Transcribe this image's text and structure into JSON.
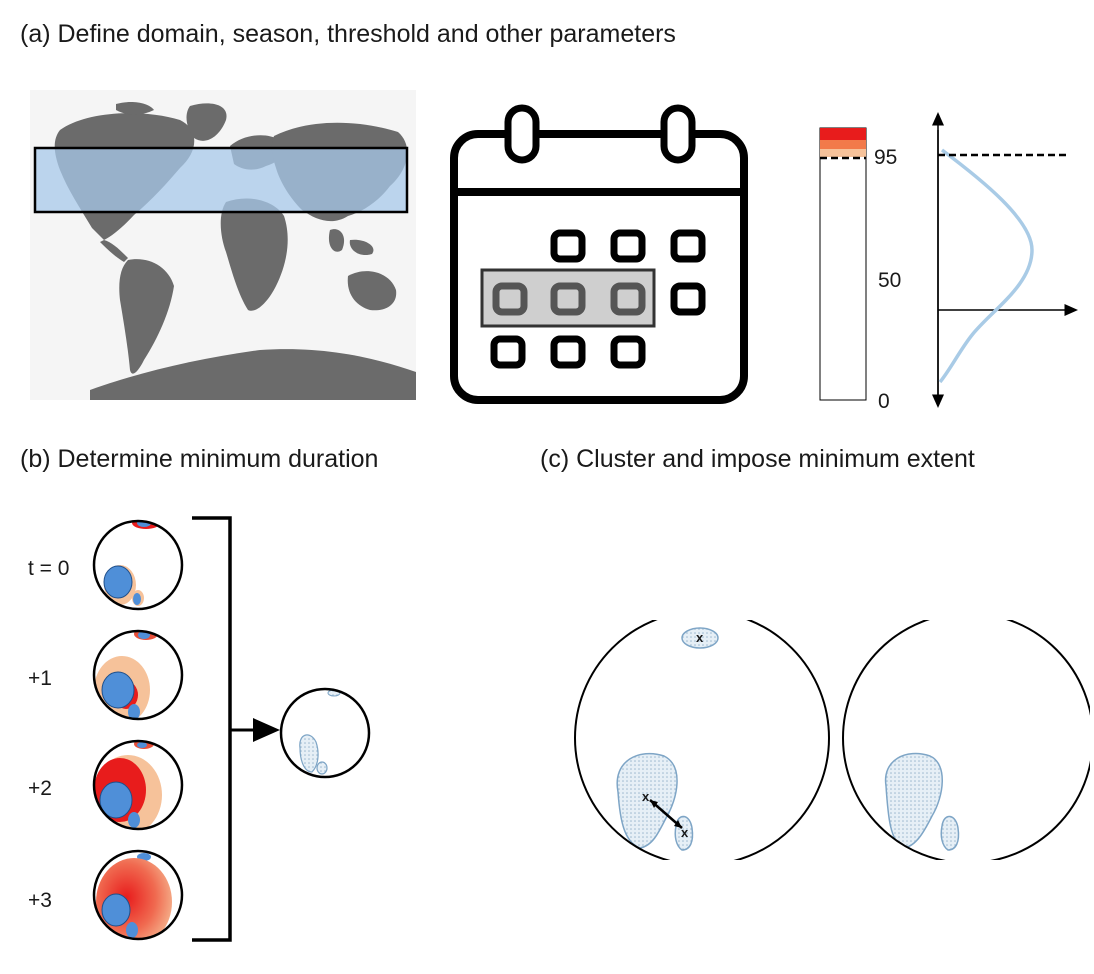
{
  "headings": {
    "a": "(a) Define domain, season, threshold and other parameters",
    "b": "(b) Determine minimum duration",
    "c": "(c) Cluster and impose minimum extent"
  },
  "threshold": {
    "tick_top": "95",
    "tick_mid": "50",
    "tick_bottom": "0"
  },
  "duration": {
    "steps": [
      "t = 0",
      "+1",
      "+2",
      "+3"
    ]
  },
  "cluster": {
    "centroid_marker": "x"
  },
  "colors": {
    "domain_box": "#a7c8ea",
    "land": "#6b6b6b",
    "heat_dark": "#e81c1c",
    "heat_light": "#f6c29a",
    "blob_blue": "#4f8fd8",
    "extent_fill": "#dde9f2",
    "extent_stroke": "#7ea5c6",
    "pdf_curve": "#a9cbe6"
  }
}
